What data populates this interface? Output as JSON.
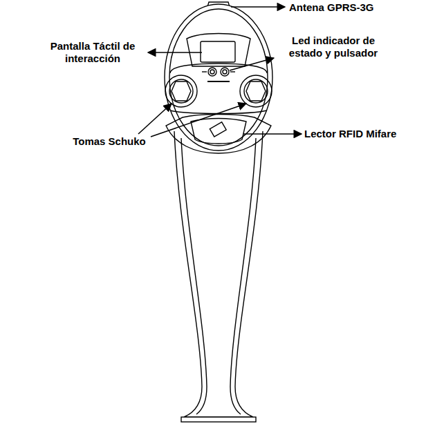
{
  "diagram": {
    "labels": [
      "Antena GPRS-3G",
      "Pantalla Táctil de interacción",
      "Led indicador de estado y pulsador",
      "Tomas Schuko",
      "Lector RFID Mifare"
    ]
  }
}
